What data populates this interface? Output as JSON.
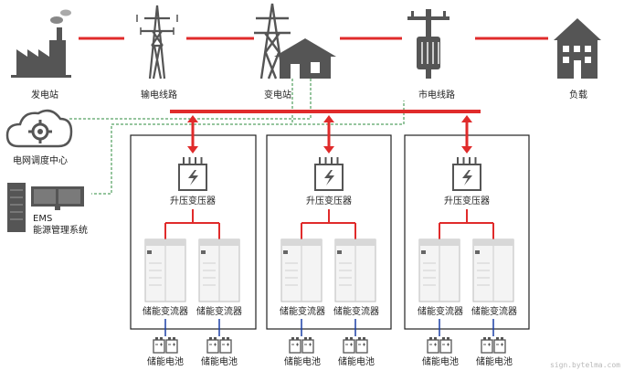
{
  "top_row": {
    "power_plant": "发电站",
    "transmission_line": "输电线路",
    "substation": "变电站",
    "city_line": "市电线路",
    "load": "负载"
  },
  "left_column": {
    "dispatch_center": "电网调度中心",
    "ems_title": "EMS",
    "ems_subtitle": "能源管理系统"
  },
  "units": [
    {
      "transformer": "升压变压器",
      "pcs_left": "储能变流器",
      "pcs_right": "储能变流器",
      "bat_left": "储能电池",
      "bat_right": "储能电池"
    },
    {
      "transformer": "升压变压器",
      "pcs_left": "储能变流器",
      "pcs_right": "储能变流器",
      "bat_left": "储能电池",
      "bat_right": "储能电池"
    },
    {
      "transformer": "升压变压器",
      "pcs_left": "储能变流器",
      "pcs_right": "储能变流器",
      "bat_left": "储能电池",
      "bat_right": "储能电池"
    }
  ],
  "watermark": "sign.bytelma.com",
  "colors": {
    "power_line": "#e02b2b",
    "icon_gray": "#555555",
    "dashed_green": "#2e8b3e",
    "box_border": "#222222"
  },
  "icons": [
    "factory-icon",
    "transmission-tower-icon",
    "substation-icon",
    "utility-pole-icon",
    "building-icon",
    "cloud-gear-icon",
    "server-rack-icon",
    "transformer-icon",
    "pcs-cabinet-icon",
    "battery-icon"
  ]
}
